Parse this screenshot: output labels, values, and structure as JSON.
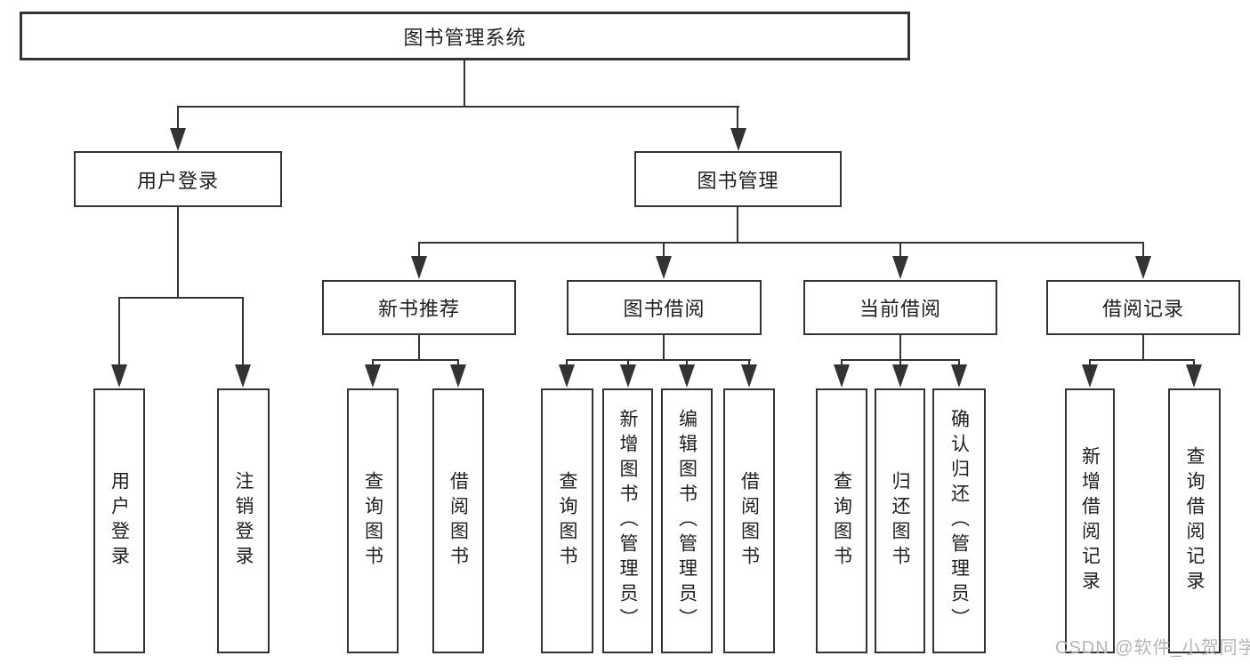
{
  "nodes": {
    "root": {
      "label": "图书管理系统"
    },
    "user_login": {
      "label": "用户登录"
    },
    "book_mgmt": {
      "label": "图书管理"
    },
    "new_book_rec": {
      "label": "新书推荐"
    },
    "book_borrow": {
      "label": "图书借阅"
    },
    "current_borrow": {
      "label": "当前借阅"
    },
    "borrow_records": {
      "label": "借阅记录"
    },
    "leaf_user_login": {
      "label": "用户登录"
    },
    "leaf_logout": {
      "label": "注销登录"
    },
    "leaf_query_books_nb": {
      "label": "查询图书"
    },
    "leaf_borrow_books_nb": {
      "label": "借阅图书"
    },
    "leaf_query_books_bb": {
      "label": "查询图书"
    },
    "leaf_add_books": {
      "label": "新增图书（管理员）"
    },
    "leaf_edit_books": {
      "label": "编辑图书（管理员）"
    },
    "leaf_borrow_books_bb": {
      "label": "借阅图书"
    },
    "leaf_query_books_cb": {
      "label": "查询图书"
    },
    "leaf_return_books": {
      "label": "归还图书"
    },
    "leaf_confirm_return": {
      "label": "确认归还（管理员）"
    },
    "leaf_add_record": {
      "label": "新增借阅记录"
    },
    "leaf_query_record": {
      "label": "查询借阅记录"
    }
  },
  "watermark": {
    "text": "CSDN @软件_小贺同学"
  },
  "colors": {
    "line": "#333333",
    "box_border": "#333333",
    "text": "#1f1f1f",
    "watermark": "#b5b5b5",
    "background": "#ffffff"
  }
}
